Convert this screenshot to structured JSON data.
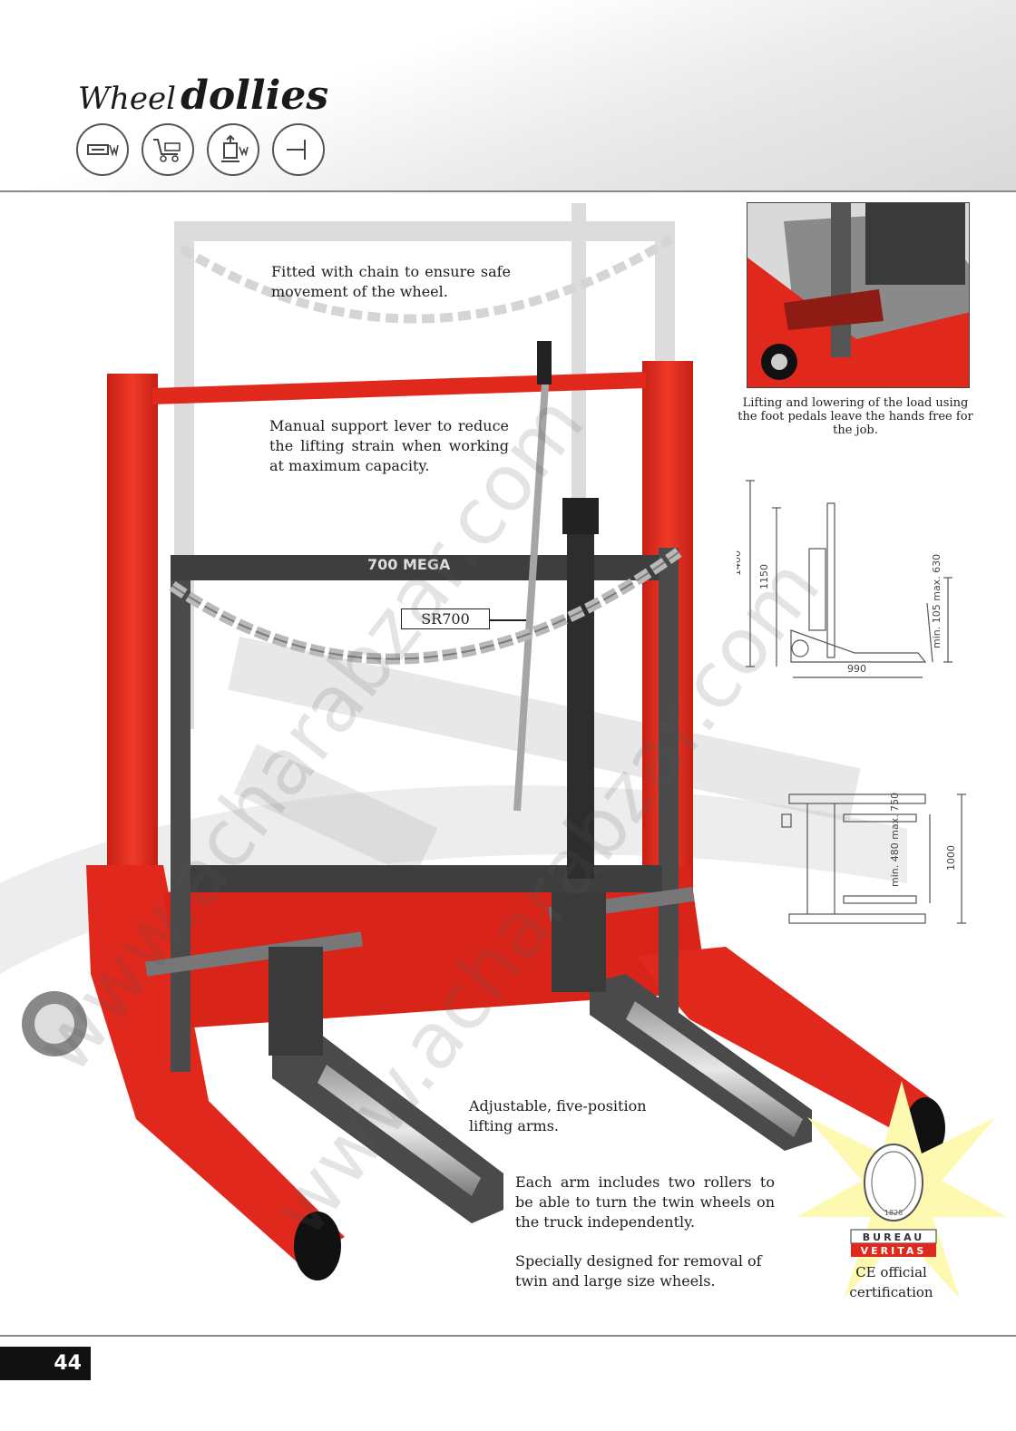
{
  "header": {
    "title_part1": "Wheel",
    "title_part2": "dollies",
    "icons": [
      "capacity-icon",
      "trolley-icon",
      "lift-icon",
      "stop-icon"
    ]
  },
  "callouts": {
    "chain": "Fitted with chain to ensure safe movement of the wheel.",
    "lever": "Manual support lever to reduce the lifting strain when working at maximum capacity.",
    "arms": "Adjustable, five-position lifting arms.",
    "rollers": "Each arm includes two rollers to be able to turn the twin wheels on the truck independently.",
    "designed": "Specially designed for removal of twin and large size wheels."
  },
  "model": "SR700",
  "product_brand": "700 MEGA",
  "inset_caption": "Lifting and lowering of the load using the foot pedals leave the hands free for the job.",
  "drawing_side": {
    "total_height": "1400",
    "frame_height": "1150",
    "length": "990",
    "range": "min. 105 max. 630"
  },
  "drawing_top": {
    "width": "1000",
    "range": "min. 480 max. 750"
  },
  "certification": {
    "logo_top": "BUREAU",
    "logo_bottom": "VERITAS",
    "seal_year": "1828",
    "caption": "CE official certification"
  },
  "page_number": "44",
  "watermark": "www.acharabzar.com",
  "colors": {
    "frame_red": "#e0281c",
    "arm_gray": "#4a4a4a",
    "page_bg": "#ffffff"
  }
}
